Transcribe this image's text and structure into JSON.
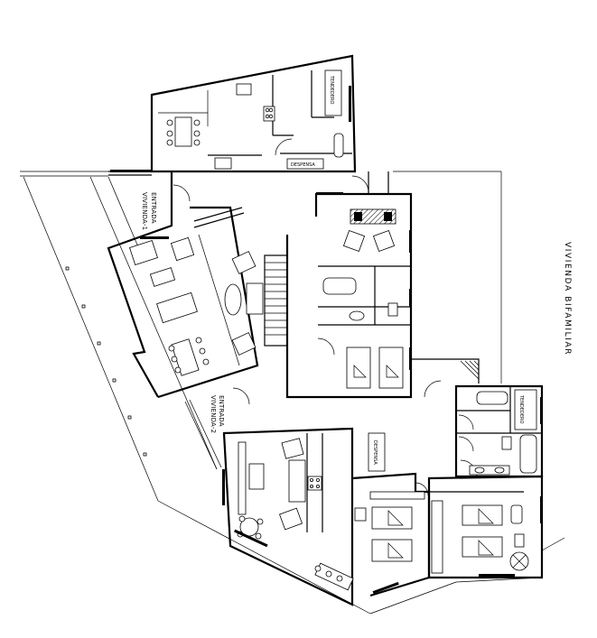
{
  "plan": {
    "title": "VIVIENDA BIFAMILIAR",
    "entrance_1": {
      "line1": "ENTRADA",
      "line2": "VIVIENDA-1"
    },
    "entrance_2": {
      "line1": "ENTRADA",
      "line2": "VIVIENDA-2"
    },
    "laundry_label": "TENDEDERO",
    "pantry_label": "DESPENSA"
  }
}
